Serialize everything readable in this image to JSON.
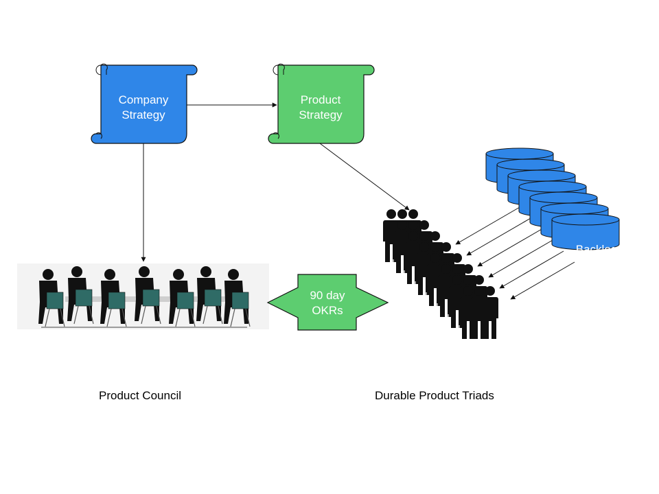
{
  "nodes": {
    "company_strategy": {
      "line1": "Company",
      "line2": "Strategy"
    },
    "product_strategy": {
      "line1": "Product",
      "line2": "Strategy"
    },
    "okrs": {
      "line1": "90 day",
      "line2": "OKRs"
    },
    "backlog": {
      "label": "Backlog"
    }
  },
  "captions": {
    "product_council": "Product Council",
    "product_triads": "Durable Product Triads"
  },
  "colors": {
    "blue": "#2f86e8",
    "green": "#5dcd70",
    "stroke": "#111111",
    "chair": "#2f6b66",
    "silhouette": "#111111"
  },
  "icons": [
    "scroll-icon",
    "database-icon",
    "person-silhouette-icon",
    "meeting-silhouette-icon"
  ]
}
